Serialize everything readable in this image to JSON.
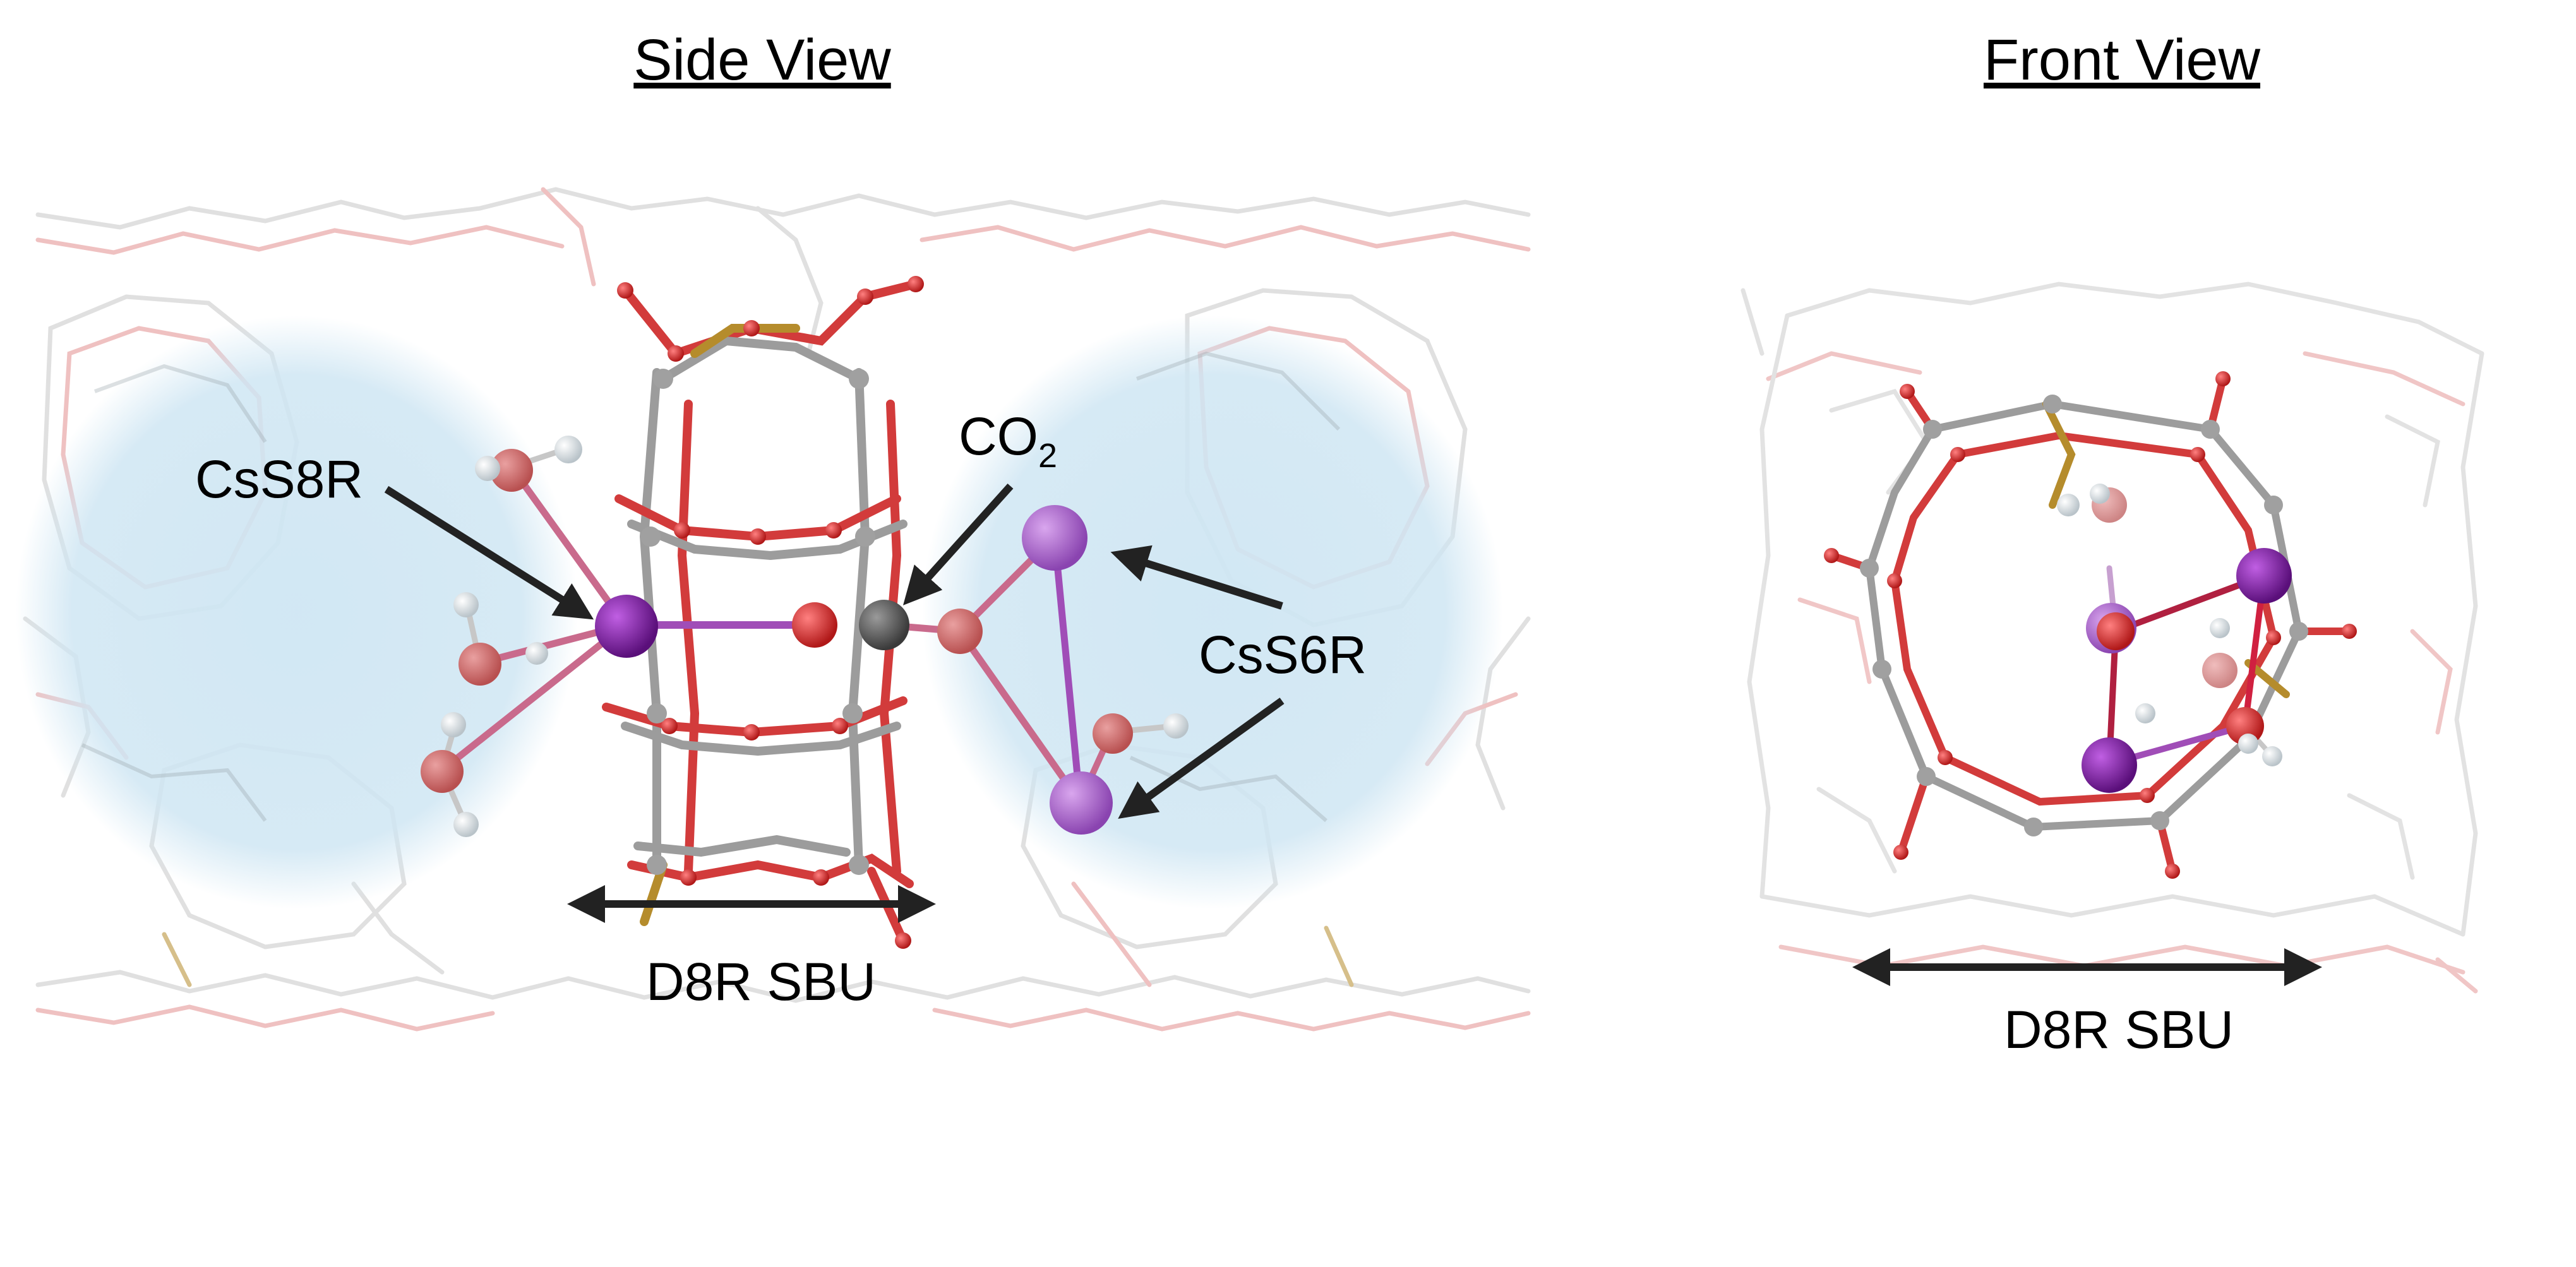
{
  "panels": {
    "side": {
      "title": "Side View",
      "labels": {
        "cs_s8r": "CsS8R",
        "co2_main": "CO",
        "co2_sub": "2",
        "cs_s6r": "CsS6R",
        "d8r_sbu": "D8R SBU"
      }
    },
    "front": {
      "title": "Front View",
      "labels": {
        "d8r_sbu": "D8R SBU"
      }
    }
  },
  "colors": {
    "framework_red": "#d94848",
    "framework_gray": "#b8b8b8",
    "framework_gold": "#b58c2c",
    "oxygen": "#d02020",
    "cesium_light": "#a65fc9",
    "cesium_dark": "#7a1d9c",
    "carbon": "#5a5a5a",
    "hydrogen": "#f2f2f2",
    "cage_highlight": "#cfe6f3",
    "arrow": "#222222"
  }
}
